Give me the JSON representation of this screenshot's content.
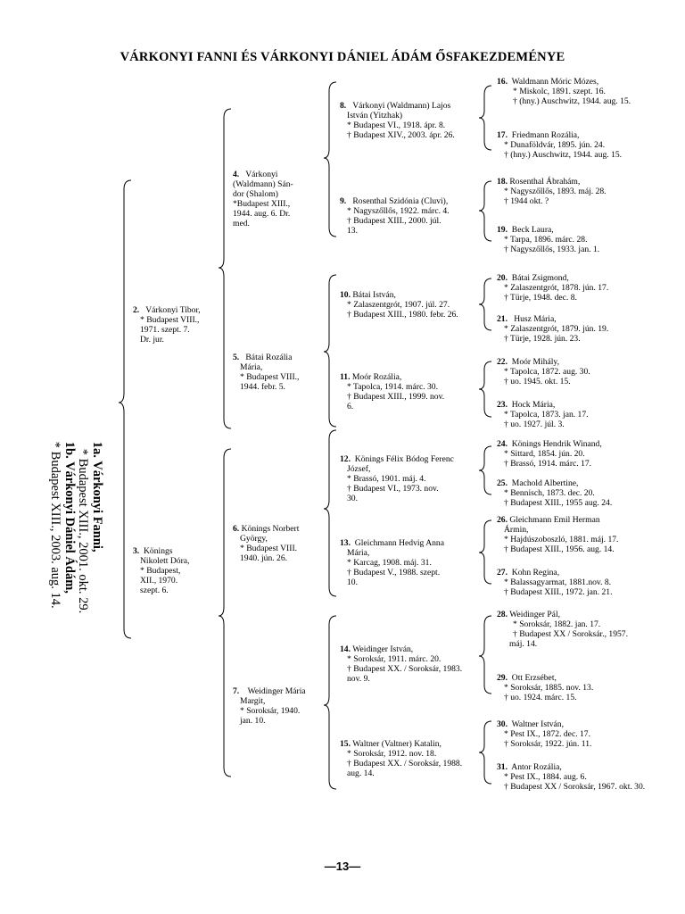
{
  "title": "VÁRKONYI FANNI ÉS VÁRKONYI DÁNIEL ÁDÁM ŐSFAKEZDEMÉNYE",
  "page_number": "—13—",
  "root": {
    "line1": "1a. Várkonyi Fanni,",
    "line2": "* Budapest XIII., 2001. okt. 29.",
    "line3": "1b. Várkonyi Dániel Ádám,",
    "line4": "* Budapest XIII., 2003. aug. 14."
  },
  "people": {
    "p2": {
      "num": "2.",
      "lines": [
        "Várkonyi Tibor,",
        "* Budapest VIII.,",
        "1971. szept. 7.",
        "Dr. jur."
      ]
    },
    "p3": {
      "num": "3.",
      "lines": [
        "Könings",
        "Nikolett Dóra,",
        "* Budapest,",
        "XII., 1970.",
        "szept. 6."
      ]
    },
    "p4": {
      "num": "4.",
      "lines": [
        "Várkonyi",
        "(Waldmann) Sán-",
        "dor (Shalom)",
        "*Budapest XIII.,",
        "1944. aug. 6. Dr.",
        "med."
      ]
    },
    "p5": {
      "num": "5.",
      "lines": [
        "Bátai Rozália",
        "Mária,",
        "* Budapest VIII.,",
        "1944. febr. 5."
      ]
    },
    "p6": {
      "num": "6.",
      "lines": [
        "Könings Norbert",
        "György,",
        "* Budapest VIII.",
        "1940. jún. 26."
      ]
    },
    "p7": {
      "num": "7.",
      "lines": [
        "Weidinger Mária",
        "Margit,",
        "* Soroksár, 1940.",
        "jan. 10."
      ]
    },
    "p8": {
      "num": "8.",
      "lines": [
        "Várkonyi (Waldmann) Lajos",
        "István (Yitzhak)",
        "* Budapest VI., 1918. ápr. 8.",
        "† Budapest XIV., 2003. ápr. 26."
      ]
    },
    "p9": {
      "num": "9.",
      "lines": [
        "Rosenthal Szidónia (Cluvi),",
        "* Nagyszőllős, 1922. márc. 4.",
        "† Budapest XIII., 2000. júl.",
        "13."
      ]
    },
    "p10": {
      "num": "10.",
      "lines": [
        "Bátai István,",
        "* Zalaszentgrót,  1907. júl. 27.",
        "† Budapest XIII., 1980. febr. 26."
      ]
    },
    "p11": {
      "num": "11.",
      "lines": [
        "Moór Rozália,",
        "* Tapolca, 1914. márc. 30.",
        "† Budapest XIII., 1999. nov.",
        "6."
      ]
    },
    "p12": {
      "num": "12.",
      "lines": [
        "Könings Félix Bódog Ferenc",
        "József,",
        "* Brassó, 1901. máj. 4.",
        "† Budapest VI., 1973. nov.",
        "30."
      ]
    },
    "p13": {
      "num": "13.",
      "lines": [
        "Gleichmann Hedvig Anna",
        "Mária,",
        "* Karcag, 1908. máj. 31.",
        "† Budapest V., 1988. szept.",
        "10."
      ]
    },
    "p14": {
      "num": "14.",
      "lines": [
        "Weidinger István,",
        "* Soroksár, 1911. márc. 20.",
        "† Budapest XX. / Soroksár, 1983.",
        "nov. 9."
      ]
    },
    "p15": {
      "num": "15.",
      "lines": [
        "Waltner (Valtner) Katalin,",
        "* Soroksár,  1912. nov. 18.",
        "† Budapest XX. / Soroksár, 1988.",
        "aug. 14."
      ]
    },
    "p16": {
      "num": "16.",
      "lines": [
        "Waldmann Móric Mózes,",
        "* Miskolc, 1891. szept. 16.",
        "† (hny.) Auschwitz,  1944. aug. 15."
      ]
    },
    "p17": {
      "num": "17.",
      "lines": [
        "Friedmann Rozália,",
        "* Dunaföldvár, 1895. jún. 24.",
        "† (hny.) Auschwitz, 1944. aug. 15."
      ]
    },
    "p18": {
      "num": "18.",
      "lines": [
        "Rosenthal Ábrahám,",
        "* Nagyszőllős, 1893. máj. 28.",
        "† 1944 okt. ?"
      ]
    },
    "p19": {
      "num": "19.",
      "lines": [
        "Beck Laura,",
        "* Tarpa, 1896. márc. 28.",
        "† Nagyszőllős, 1933. jan. 1."
      ]
    },
    "p20": {
      "num": "20.",
      "lines": [
        "Bátai Zsigmond,",
        "* Zalaszentgrót, 1878. jún. 17.",
        "† Türje, 1948. dec. 8."
      ]
    },
    "p21": {
      "num": "21.",
      "lines": [
        "Husz Mária,",
        "* Zalaszentgrót, 1879. jún. 19.",
        "† Türje, 1928. jún. 23."
      ]
    },
    "p22": {
      "num": "22.",
      "lines": [
        "Moór Mihály,",
        "* Tapolca, 1872. aug. 30.",
        "† uo. 1945. okt. 15."
      ]
    },
    "p23": {
      "num": "23.",
      "lines": [
        "Hock Mária,",
        "* Tapolca, 1873. jan. 17.",
        "† uo. 1927. júl. 3."
      ]
    },
    "p24": {
      "num": "24.",
      "lines": [
        "Könings Hendrik Winand,",
        "* Sittard, 1854.  jún. 20.",
        "† Brassó, 1914. márc. 17."
      ]
    },
    "p25": {
      "num": "25.",
      "lines": [
        "Machold Albertine,",
        "* Bennisch, 1873. dec. 20.",
        "† Budapest XIII., 1955 aug. 24."
      ]
    },
    "p26": {
      "num": "26.",
      "lines": [
        "Gleichmann Emil Herman",
        "Ármin,",
        "* Hajdúszoboszló, 1881. máj. 17.",
        "† Budapest XIII., 1956. aug. 14."
      ]
    },
    "p27": {
      "num": "27.",
      "lines": [
        "Kohn Regina,",
        "* Balassagyarmat, 1881.nov. 8.",
        "† Budapest XIII., 1972. jan. 21."
      ]
    },
    "p28": {
      "num": "28.",
      "lines": [
        "Weidinger Pál,",
        "* Soroksár, 1882. jan. 17.",
        "† Budapest XX / Soroksár., 1957.",
        "máj. 14."
      ]
    },
    "p29": {
      "num": "29.",
      "lines": [
        "Ott Erzsébet,",
        "* Soroksár, 1885. nov. 13.",
        "† uo. 1924. márc. 15."
      ]
    },
    "p30": {
      "num": "30.",
      "lines": [
        "Waltner István,",
        "* Pest IX., 1872. dec. 17.",
        "† Soroksár, 1922. jún. 11."
      ]
    },
    "p31": {
      "num": "31.",
      "lines": [
        "Antor Rozália,",
        "* Pest IX., 1884. aug. 6.",
        "† Budapest XX / Soroksár, 1967. okt. 30."
      ]
    }
  }
}
